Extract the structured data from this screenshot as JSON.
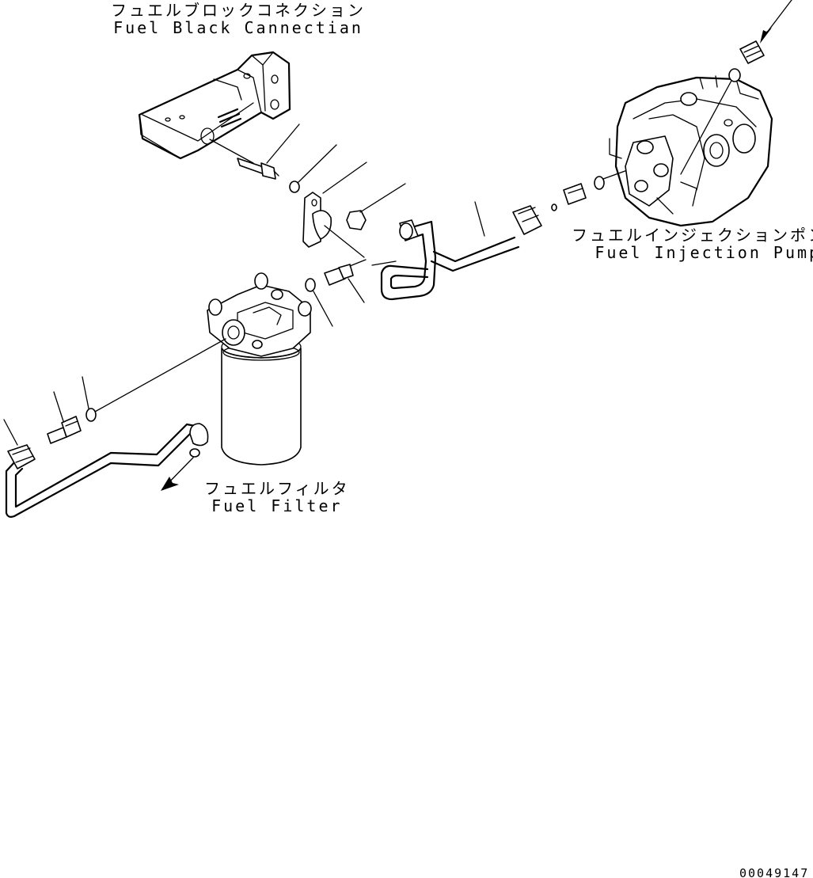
{
  "labels": {
    "fuel_block": {
      "jp": "フュエルブロックコネクション",
      "en": "Fuel Black Cannectian"
    },
    "fuel_pump": {
      "jp": "フュエルインジェクションポンプ",
      "en": "Fuel Injection Pump"
    },
    "fuel_filter": {
      "jp": "フュエルフィルタ",
      "en": "Fuel Filter"
    }
  },
  "document_number": "00049147"
}
